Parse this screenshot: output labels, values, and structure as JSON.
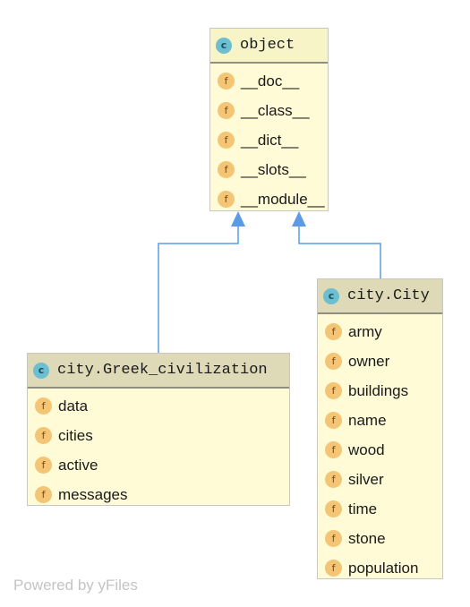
{
  "nodes": {
    "object": {
      "icon": "c",
      "name": "object",
      "fields": [
        "__doc__",
        "__class__",
        "__dict__",
        "__slots__",
        "__module__"
      ]
    },
    "greek": {
      "icon": "c",
      "name": "city.Greek_civilization",
      "fields": [
        "data",
        "cities",
        "active",
        "messages"
      ]
    },
    "city": {
      "icon": "c",
      "name": "city.City",
      "fields": [
        "army",
        "owner",
        "buildings",
        "name",
        "wood",
        "silver",
        "time",
        "stone",
        "population"
      ]
    }
  },
  "field_icon": "f",
  "edges": [
    {
      "from": "greek",
      "to": "object",
      "type": "inheritance"
    },
    {
      "from": "city",
      "to": "object",
      "type": "inheritance"
    }
  ],
  "colors": {
    "edge": "#5b9be6",
    "class_icon": "#6bbfd1",
    "field_icon": "#f3c574",
    "box_fill": "#fefbd6"
  },
  "watermark": "Powered by yFiles"
}
